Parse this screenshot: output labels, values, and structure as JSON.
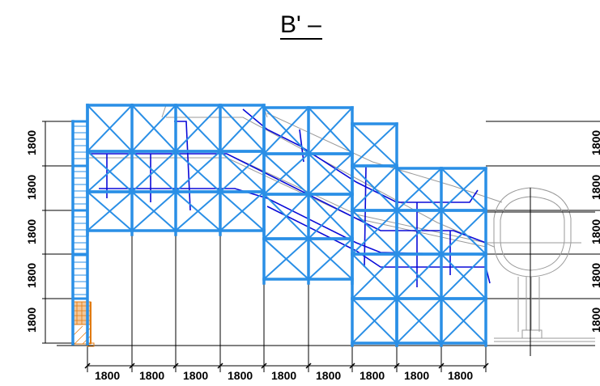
{
  "title": "B' –",
  "colors": {
    "scaffold": "#2a8fe6",
    "pipe": "#0a0ad8",
    "outline": "#9a9a9a",
    "ink": "#000000",
    "orange": "#e07a10"
  },
  "bottom_dimensions": [
    "1800",
    "1800",
    "1800",
    "1800",
    "1800",
    "1800",
    "1800",
    "1800",
    "1800"
  ],
  "left_dimensions": [
    "1800",
    "1800",
    "1800",
    "1800",
    "1800"
  ],
  "right_dimensions": [
    "1800",
    "1800",
    "1800",
    "1800",
    "1800"
  ]
}
